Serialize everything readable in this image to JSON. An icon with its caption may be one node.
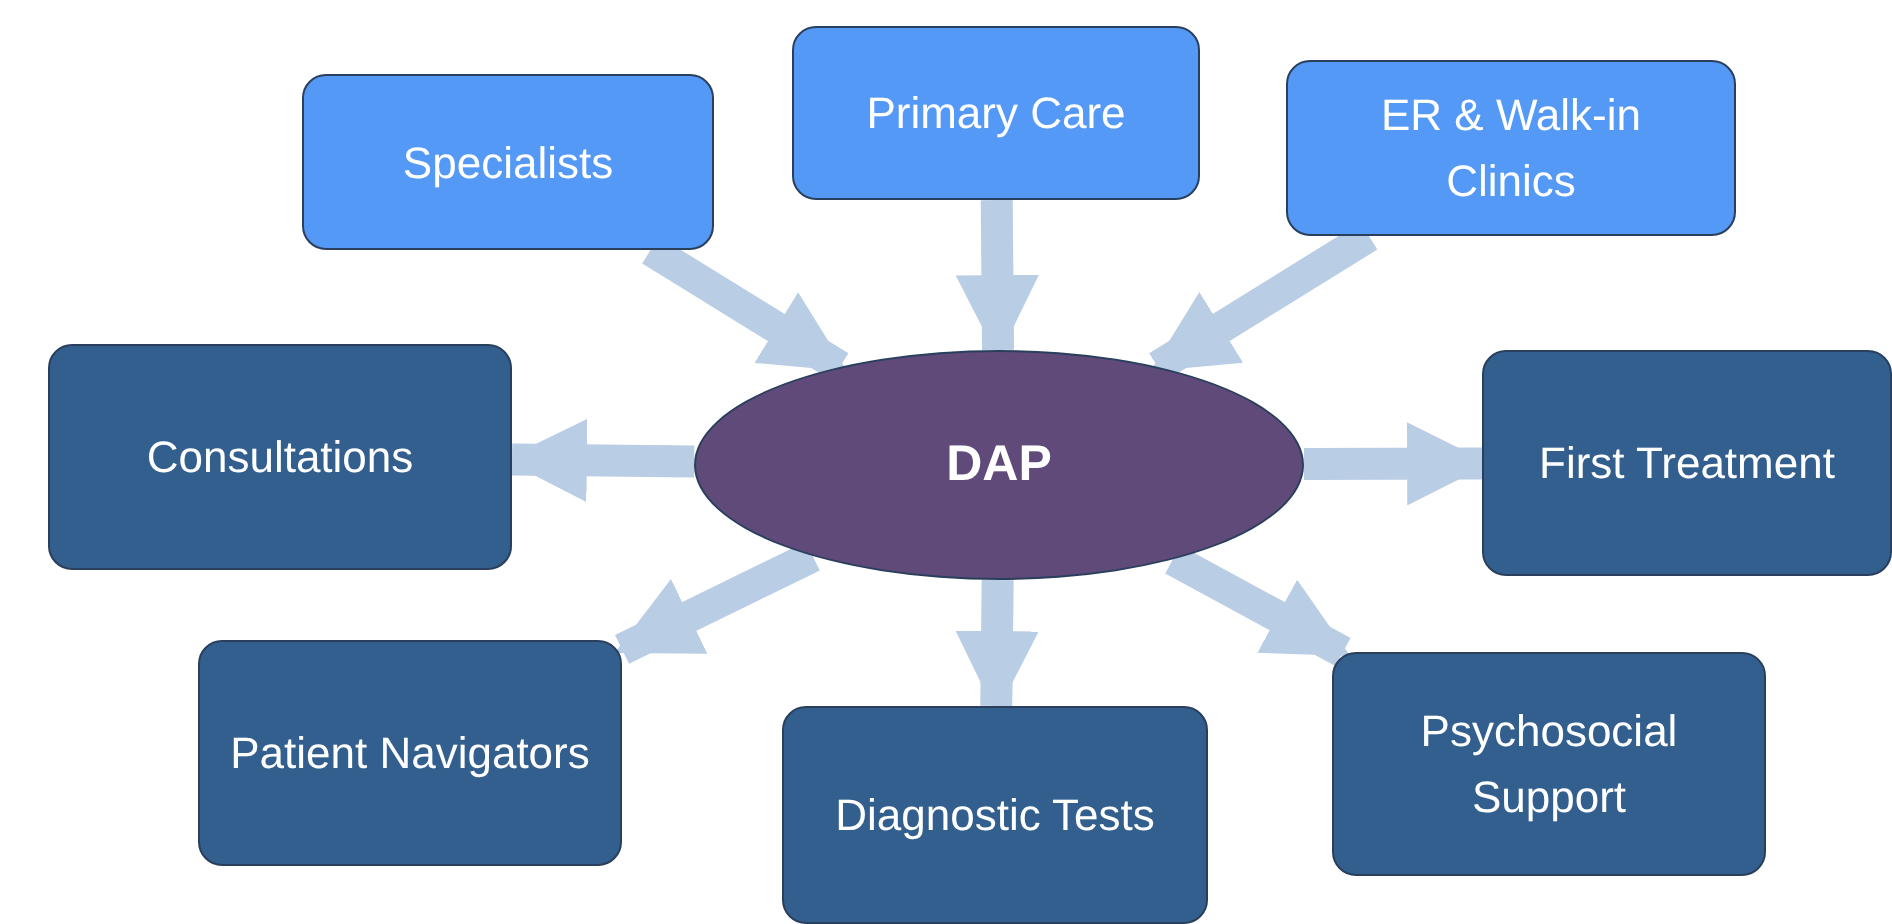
{
  "diagram": {
    "nodes": [
      {
        "text": [
          "Specialists"
        ]
      },
      {
        "text": [
          "Primary Care"
        ]
      },
      {
        "text": [
          "ER & Walk-in Clinics"
        ]
      },
      {
        "text": [
          "Consultations"
        ]
      },
      {
        "text": [
          "DAP"
        ]
      },
      {
        "text": [
          "First Treatment"
        ]
      },
      {
        "text": [
          "Patient Navigators"
        ]
      },
      {
        "text": [
          "Diagnostic Tests"
        ]
      },
      {
        "text": [
          "Psychosocial Support"
        ]
      }
    ],
    "edges": [
      {
        "from": 0,
        "to": 4,
        "arrow": "to"
      },
      {
        "from": 1,
        "to": 4,
        "arrow": "to"
      },
      {
        "from": 2,
        "to": 4,
        "arrow": "to"
      },
      {
        "from": 4,
        "to": 3,
        "arrow": "to"
      },
      {
        "from": 4,
        "to": 5,
        "arrow": "to"
      },
      {
        "from": 4,
        "to": 6,
        "arrow": "to"
      },
      {
        "from": 4,
        "to": 7,
        "arrow": "to"
      },
      {
        "from": 4,
        "to": 8,
        "arrow": "to"
      }
    ]
  }
}
